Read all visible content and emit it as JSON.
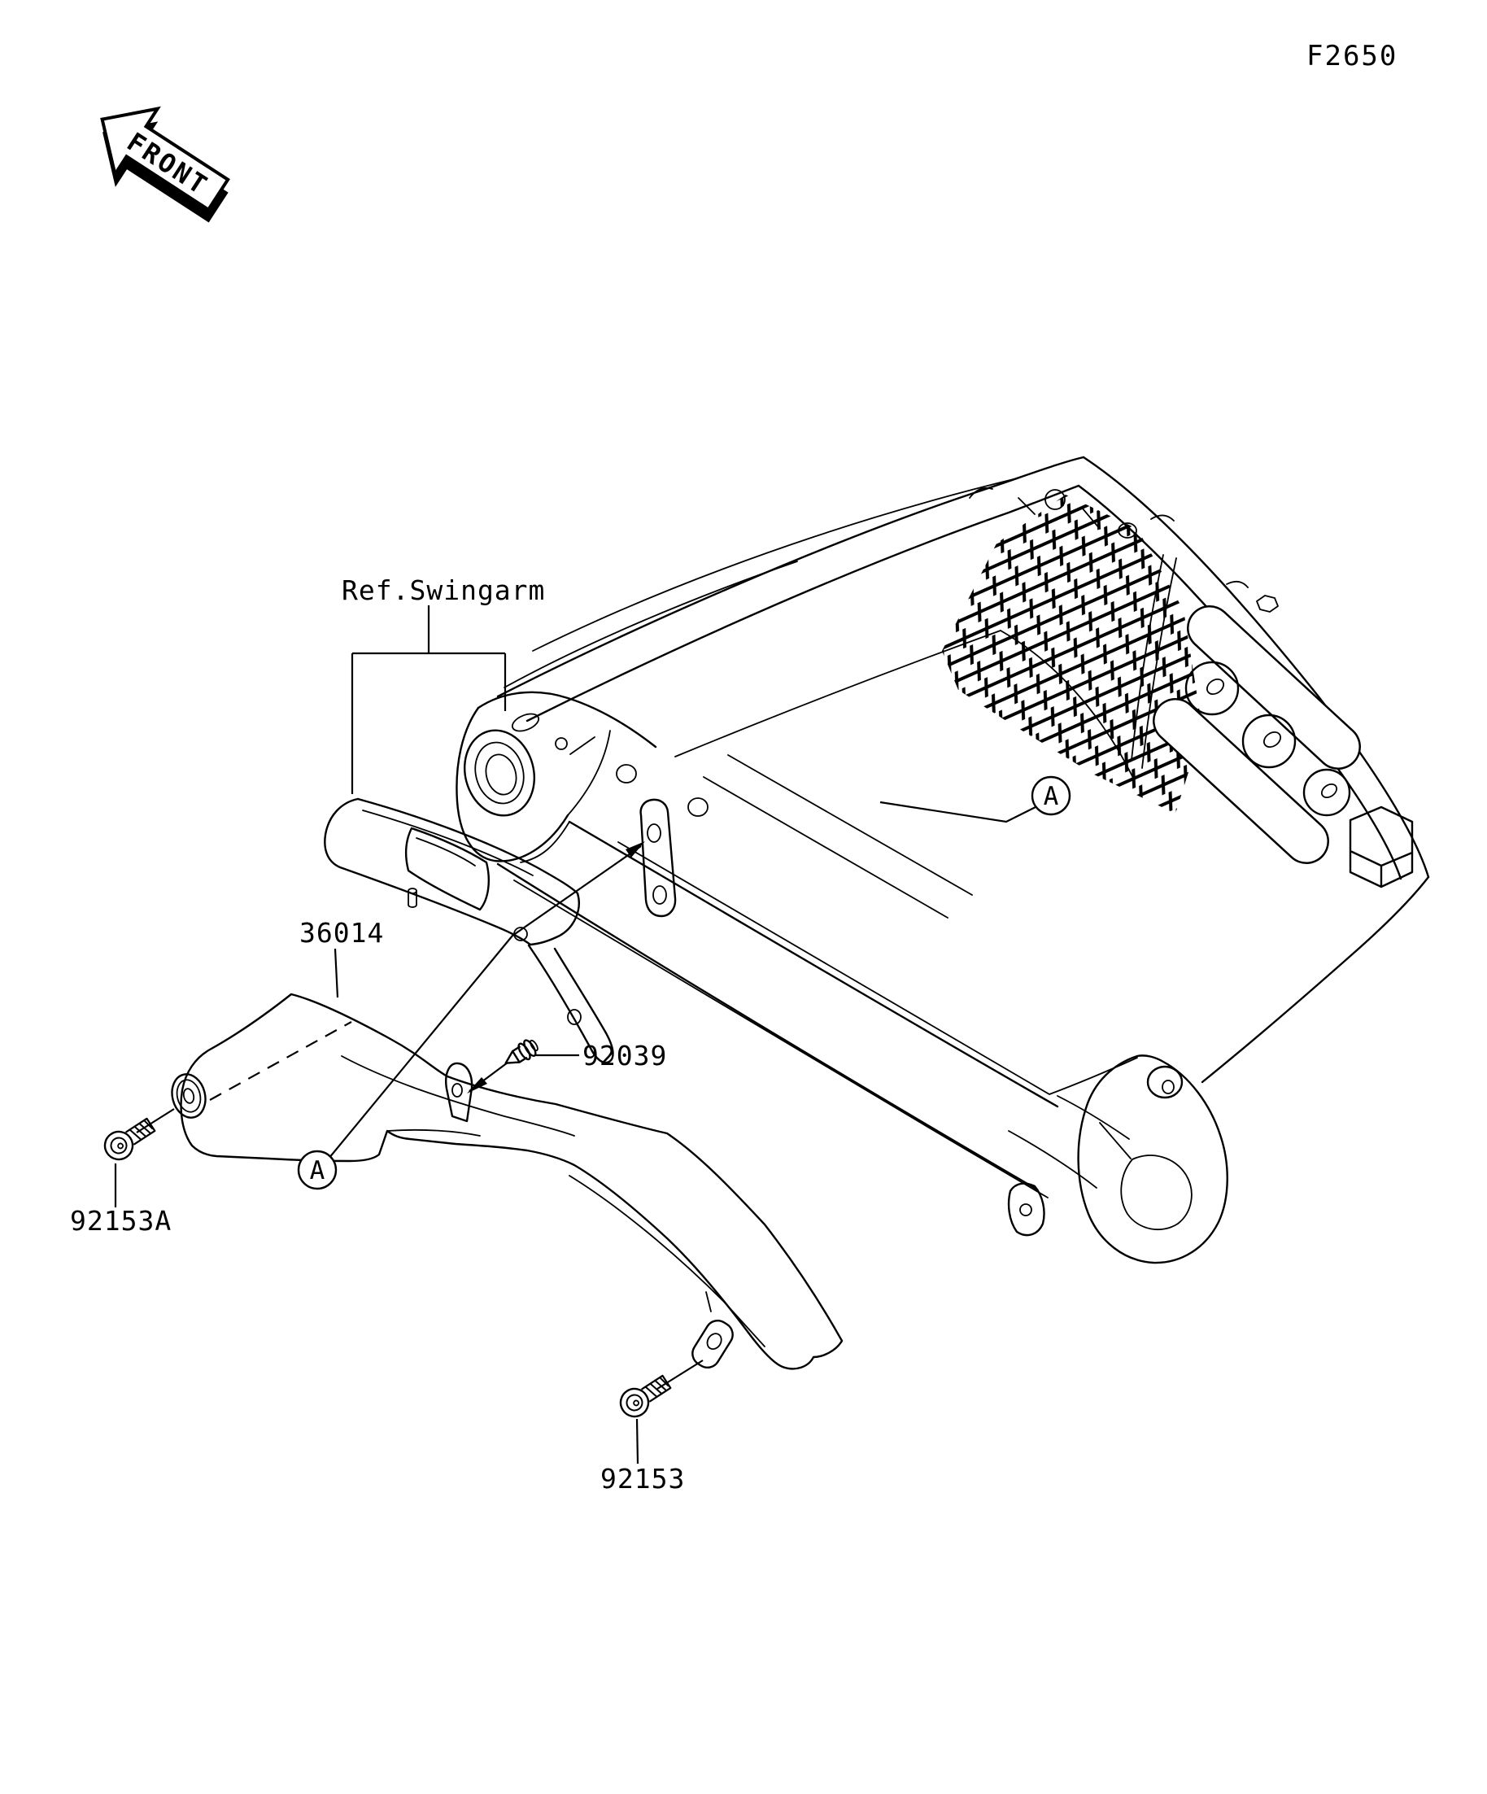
{
  "page": {
    "figure_code": "F2650",
    "background": "#ffffff",
    "line_color": "#000000"
  },
  "front_arrow": {
    "label": "FRONT"
  },
  "parts": {
    "ref_swingarm": {
      "label": "Ref.Swingarm"
    },
    "chain_cover": {
      "number": "36014"
    },
    "rivet": {
      "number": "92039"
    },
    "screw_front": {
      "number": "92153A"
    },
    "screw_rear": {
      "number": "92153"
    },
    "detail_marker": {
      "label": "A"
    }
  }
}
